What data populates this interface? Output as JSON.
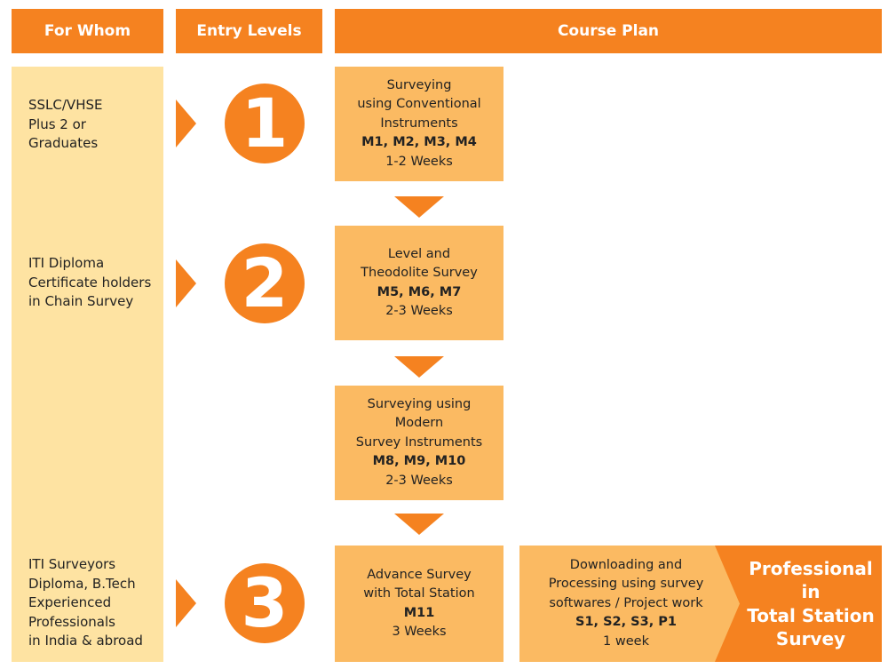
{
  "headers": {
    "for_whom": "For Whom",
    "entry_levels": "Entry Levels",
    "course_plan": "Course Plan"
  },
  "for_whom": [
    [
      "SSLC/VHSE",
      "Plus 2 or",
      "Graduates"
    ],
    [
      "ITI Diploma",
      "Certificate holders",
      "in Chain Survey"
    ],
    [
      "ITI Surveyors",
      "Diploma, B.Tech",
      "Experienced",
      "Professionals",
      "in India & abroad"
    ]
  ],
  "levels": [
    "1",
    "2",
    "3"
  ],
  "courses": [
    {
      "lines": [
        "Surveying",
        "using Conventional",
        "Instruments"
      ],
      "modules": "M1, M2, M3, M4",
      "duration": "1-2 Weeks"
    },
    {
      "lines": [
        "Level and",
        "Theodolite Survey"
      ],
      "modules": "M5, M6, M7",
      "duration": "2-3 Weeks"
    },
    {
      "lines": [
        "Surveying using",
        "Modern",
        "Survey Instruments"
      ],
      "modules": "M8, M9, M10",
      "duration": "2-3 Weeks"
    },
    {
      "lines": [
        "Advance Survey",
        "with Total Station"
      ],
      "modules": "M11",
      "duration": "3 Weeks"
    }
  ],
  "final_stage": {
    "lines": [
      "Downloading and",
      "Processing using survey",
      "softwares / Project work"
    ],
    "modules": "S1, S2, S3, P1",
    "duration": "1 week"
  },
  "outcome": [
    "Professional",
    "in",
    "Total Station",
    "Survey"
  ],
  "colors": {
    "orange": "#F58220",
    "light": "#FEE3A2",
    "box": "#FBBA62"
  }
}
